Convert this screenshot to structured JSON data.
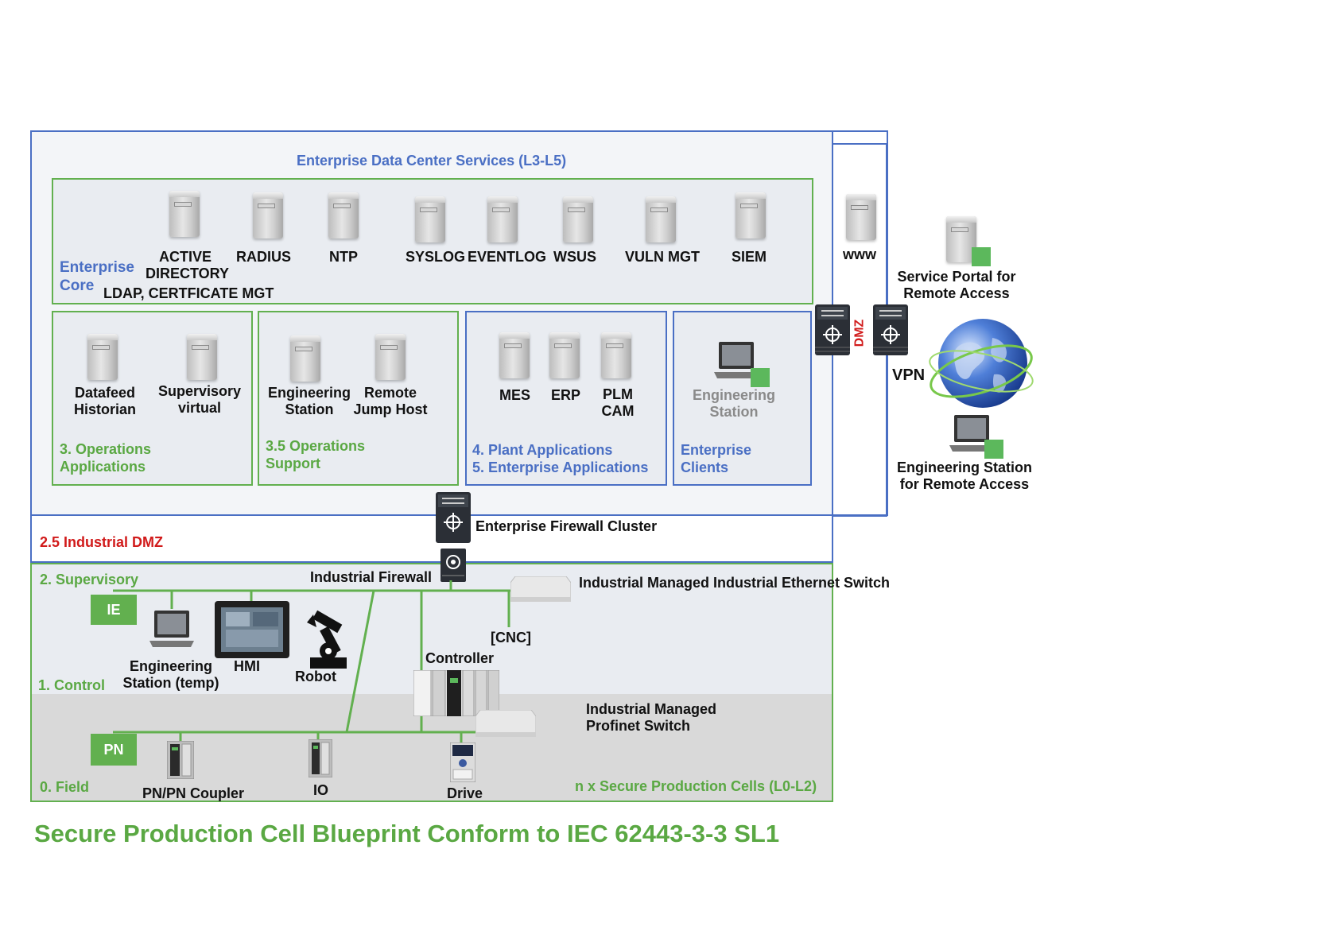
{
  "title": "Secure Production Cell Blueprint Conform to  IEC 62443-3-3 SL1",
  "enterprise": {
    "title": "Enterprise Data Center Services (L3-L5)",
    "core_label": "Enterprise Core",
    "core_servers": [
      "ACTIVE DIRECTORY",
      "RADIUS",
      "NTP",
      "SYSLOG",
      "EVENTLOG",
      "WSUS",
      "VULN MGT",
      "SIEM"
    ],
    "ldap_label": "LDAP, CERTFICATE MGT",
    "www_label": "www"
  },
  "zones": {
    "operations": {
      "label": "3. Operations Applications",
      "items": [
        "Datafeed Historian",
        "Supervisory virtual"
      ]
    },
    "ops_support": {
      "label": "3.5 Operations Support",
      "items": [
        "Engineering Station",
        "Remote Jump Host"
      ]
    },
    "plant": {
      "label_line1": "4. Plant Applications",
      "label_line2": "5. Enterprise Applications",
      "items": [
        "MES",
        "ERP",
        "PLM CAM"
      ]
    },
    "clients": {
      "label": "Enterprise Clients",
      "item": "Engineering Station"
    }
  },
  "dmz": {
    "label": "DMZ",
    "industrial_dmz": "2.5 Industrial DMZ",
    "firewall_cluster": "Enterprise Firewall Cluster",
    "industrial_firewall": "Industrial Firewall"
  },
  "remote": {
    "portal": "Service Portal for Remote Access",
    "vpn": "VPN",
    "eng_station": "Engineering Station for Remote Access"
  },
  "cell": {
    "supervisory": "2. Supervisory",
    "control": "1. Control",
    "field": "0. Field",
    "ie_tag": "IE",
    "pn_tag": "PN",
    "ie_switch": "Industrial Managed Industrial Ethernet Switch",
    "pn_switch": "Industrial Managed Profinet Switch",
    "cnc": "[CNC]",
    "controller": "Controller",
    "eng_station_temp": "Engineering Station (temp)",
    "hmi": "HMI",
    "robot": "Robot",
    "coupler": "PN/PN Coupler",
    "io": "IO",
    "drive": "Drive",
    "cells": "n x Secure Production Cells (L0-L2)"
  },
  "colors": {
    "green": "#5aa843",
    "blue": "#4a6fc4",
    "red": "#d11a1a",
    "zone_bg": "#eef1f5"
  }
}
